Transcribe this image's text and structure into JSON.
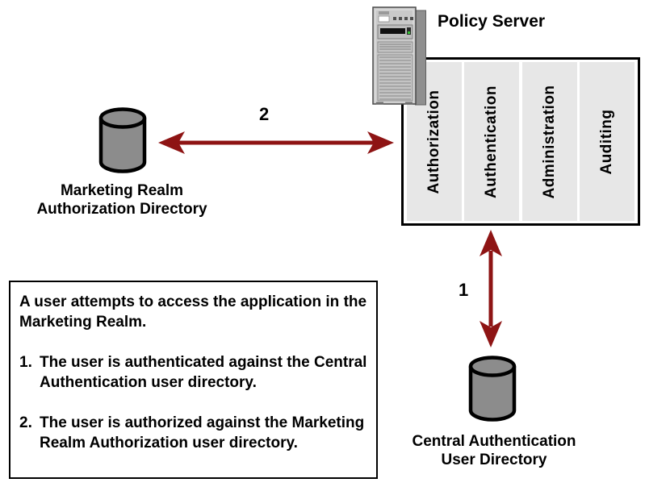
{
  "diagram_title": "Policy Server",
  "colors": {
    "arrow": "#8e1414",
    "policy_column_bg": "#e7e7e7",
    "cylinder_fill": "#8c8c8c",
    "outline": "#000000",
    "background": "#ffffff"
  },
  "policy_server": {
    "title": "Policy Server",
    "components": [
      "Authorization",
      "Authentication",
      "Administration",
      "Auditing"
    ]
  },
  "directories": {
    "marketing": {
      "line1": "Marketing Realm",
      "line2": "Authorization Directory"
    },
    "central": {
      "line1": "Central Authentication",
      "line2": "User Directory"
    }
  },
  "arrows": {
    "step1": {
      "label": "1"
    },
    "step2": {
      "label": "2"
    }
  },
  "description_box": {
    "intro": "A user attempts to access the application in the Marketing Realm.",
    "steps": [
      {
        "number": "1.",
        "text": "The user is authenticated against the Central Authentication user directory."
      },
      {
        "number": "2.",
        "text": "The user is authorized against the Marketing Realm Authorization user directory."
      }
    ]
  }
}
